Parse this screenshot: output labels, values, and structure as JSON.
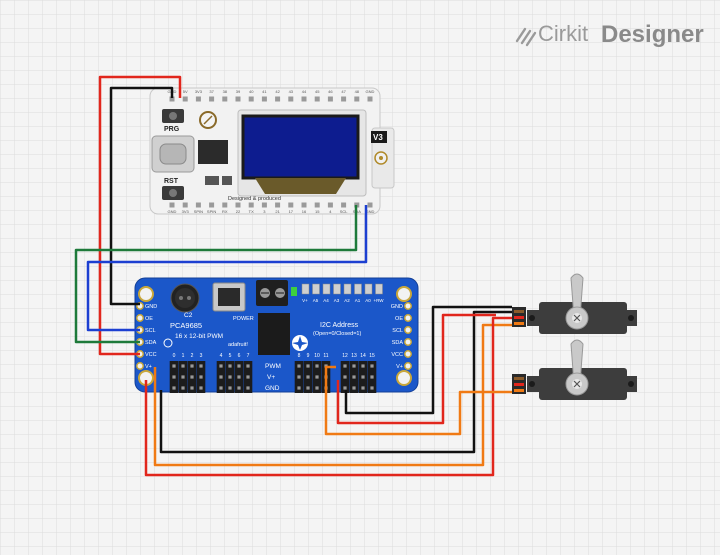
{
  "watermark": {
    "brand": "Cirkit",
    "product": "Designer"
  },
  "esp32": {
    "top_pins": [
      "GND",
      "5V",
      "3V3",
      "37",
      "38",
      "39",
      "40",
      "41",
      "42",
      "43",
      "44",
      "45",
      "46",
      "47",
      "48",
      "GND"
    ],
    "bottom_pins": [
      "GND",
      "3V3",
      "SPIN",
      "SPIN",
      "RX",
      "22",
      "TX",
      "3",
      "21",
      "17",
      "16",
      "15",
      "4",
      "SCL",
      "SDA",
      "GND"
    ],
    "prg_label": "PRG",
    "rst_label": "RST",
    "version_label": "V3",
    "footer_text": "Designed & produced"
  },
  "pca9685": {
    "left_pins": [
      "GND",
      "OE",
      "SCL",
      "SDA",
      "VCC",
      "V+"
    ],
    "right_pins": [
      "GND",
      "OE",
      "SCL",
      "SDA",
      "VCC",
      "V+"
    ],
    "title": "PCA9685",
    "subtitle": "16 x 12-bit PWM",
    "cap_label": "C2",
    "power_label": "POWER",
    "brand": "adafruit!",
    "addr_pins": [
      "V+",
      "A5",
      "A4",
      "A3",
      "A2",
      "A1",
      "A0",
      "+RW"
    ],
    "addr_title": "I2C Address",
    "addr_sub": "(Open=0/Closed=1)",
    "pwm_label": "PWM",
    "vplus_label": "V+",
    "gnd_label": "GND",
    "channels": [
      "0",
      "1",
      "2",
      "3",
      "4",
      "5",
      "6",
      "7",
      "8",
      "9",
      "10",
      "11",
      "12",
      "13",
      "14",
      "15"
    ]
  },
  "wires": {
    "red": "#e1261c",
    "black": "#111111",
    "green": "#1e7a3a",
    "blue": "#1c3fd1",
    "orange": "#f07a14"
  }
}
